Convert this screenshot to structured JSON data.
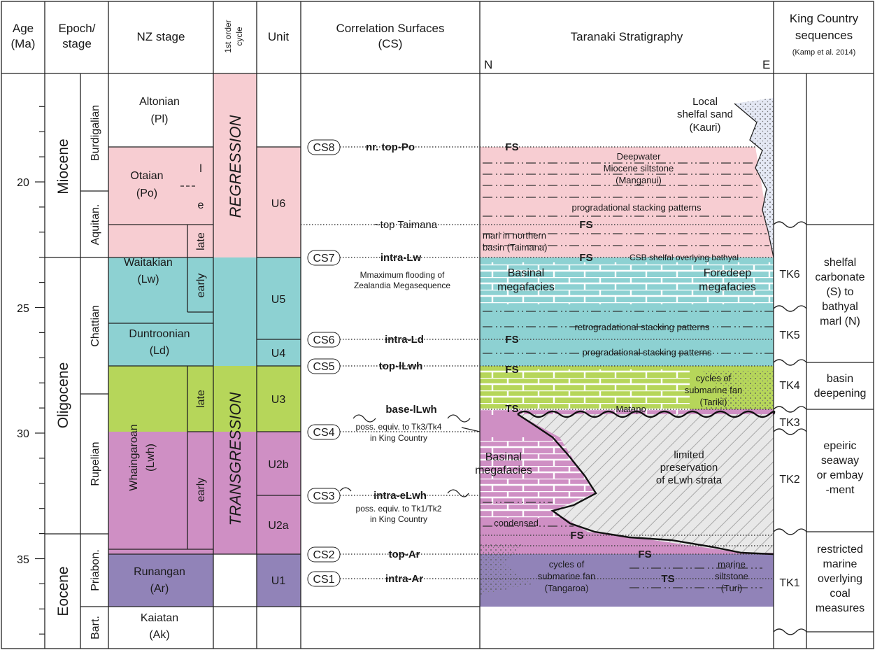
{
  "headers": {
    "age": "Age (Ma)",
    "age_line1": "Age",
    "age_line2": "(Ma)",
    "epoch_line1": "Epoch/",
    "epoch_line2": "stage",
    "nz_stage": "NZ stage",
    "cycle_line1": "1st order",
    "cycle_line2": "cycle",
    "unit": "Unit",
    "cs_line1": "Correlation Surfaces",
    "cs_line2": "(CS)",
    "taranaki": "Taranaki Stratigraphy",
    "north": "N",
    "east": "E",
    "king_line1": "King Country",
    "king_line2": "sequences",
    "king_ref": "(Kamp et al. 2014)"
  },
  "age_ticks": [
    "20",
    "25",
    "30",
    "35"
  ],
  "epochs": [
    "Miocene",
    "Oligocene",
    "Eocene"
  ],
  "stages": [
    "Burdigalian",
    "Aquitan.",
    "Chattian",
    "Rupelian",
    "Priabon.",
    "Bart."
  ],
  "nz_stages": {
    "altonian": [
      "Altonian",
      "(Pl)"
    ],
    "otaian": [
      "Otaian",
      "(Po)"
    ],
    "otaian_sub": [
      "l",
      "e"
    ],
    "waitakian": [
      "Waitakian",
      "(Lw)"
    ],
    "waitakian_sub": [
      "late",
      "early"
    ],
    "duntroonian": [
      "Duntroonian",
      "(Ld)"
    ],
    "whaingaroan": "Whaingaroan",
    "whaingaroan_code": "(Lwh)",
    "whaingaroan_sub": [
      "late",
      "early"
    ],
    "runangan": [
      "Runangan",
      "(Ar)"
    ],
    "kaiatan": [
      "Kaiatan",
      "(Ak)"
    ]
  },
  "cycles": [
    "REGRESSION",
    "TRANSGRESSION"
  ],
  "units": [
    "U6",
    "U5",
    "U4",
    "U3",
    "U2b",
    "U2a",
    "U1"
  ],
  "cs_badges": [
    "CS8",
    "CS7",
    "CS6",
    "CS5",
    "CS4",
    "CS3",
    "CS2",
    "CS1"
  ],
  "cs_names": {
    "cs8": "nr. top-Po",
    "taimana": "~top Taimana",
    "cs7": "intra-Lw",
    "cs7_note": [
      "Mmaximum flooding of",
      "Zealandia Megasequence"
    ],
    "cs6": "intra-Ld",
    "cs5": "top-lLwh",
    "base": "base-lLwh",
    "cs4_note": [
      "poss. equiv. to Tk3/Tk4",
      "in King Country"
    ],
    "cs3": "intra-eLwh",
    "cs3_note": [
      "poss. equiv. to Tk1/Tk2",
      "in King Country"
    ],
    "cs2": "top-Ar",
    "cs1": "intra-Ar"
  },
  "taranaki": {
    "local_sand": [
      "Local",
      "shelfal sand",
      "(Kauri)"
    ],
    "deepwater": [
      "Deepwater",
      "Miocene siltstone",
      "(Manganui)"
    ],
    "prograd1": "progradational stacking patterns",
    "marl": [
      "marl in northern",
      "basin (Taimana)"
    ],
    "csb": "CSB shelfal overlying bathyal",
    "basinal": [
      "Basinal",
      "megafacies"
    ],
    "foredeep": [
      "Foredeep",
      "megafacies"
    ],
    "retrograd": "retrogradational stacking patterns",
    "prograd2": "progradational stacking patterns",
    "fan_tariki": [
      "cycles of",
      "submarine fan",
      "(Tariki)"
    ],
    "matapo": "Matapo",
    "basinal2": [
      "Basinal",
      "megafacies"
    ],
    "limited": [
      "limited",
      "preservation",
      "of eLwh strata"
    ],
    "condensed": "condensed",
    "fan_tangaroa": [
      "cycles of",
      "submarine fan",
      "(Tangaroa)"
    ],
    "marine": [
      "marine",
      "siltstone",
      "(Turi)"
    ],
    "fs": "FS",
    "ts": "TS"
  },
  "king_country": {
    "sequences": [
      "TK6",
      "TK5",
      "TK4",
      "TK3",
      "TK2",
      "TK1"
    ],
    "desc_tk56": [
      "shelfal",
      "carbonate",
      "(S) to",
      "bathyal",
      "marl (N)"
    ],
    "desc_tk4": [
      "basin",
      "deepening"
    ],
    "desc_tk23": [
      "epeiric",
      "seaway",
      "or embay",
      "-ment"
    ],
    "desc_tk1": [
      "restricted",
      "marine",
      "overlying",
      "coal",
      "measures"
    ]
  },
  "colors": {
    "pink": "#f7cdd2",
    "teal": "#8dd1d2",
    "green": "#b6d65a",
    "magenta": "#cf8fc4",
    "purple": "#9183b8",
    "sand": "#e4e8f4"
  }
}
